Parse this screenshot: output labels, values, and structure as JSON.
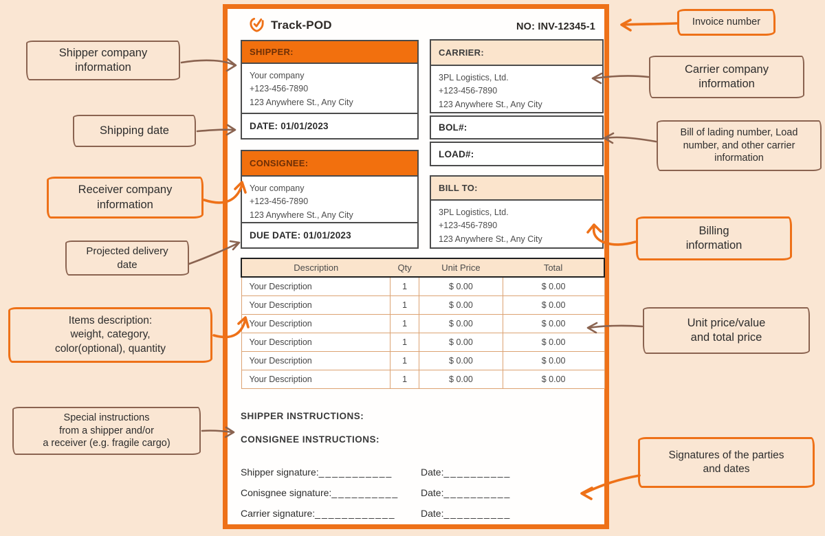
{
  "colors": {
    "background": "#fae6d3",
    "accent_orange": "#ee7118",
    "annotation_brown": "#8a6350",
    "header_orange": "#f2700e",
    "header_peach": "#fbe4cc",
    "table_line": "#dca272",
    "text_dark": "#2d2d2d"
  },
  "document": {
    "logo": {
      "brand": "Track-POD",
      "icon": "shield-check-icon"
    },
    "invoice_no": "NO: INV-12345-1",
    "shipper": {
      "label": "SHIPPER:",
      "info": "Your company\n+123-456-7890\n123 Anywhere St., Any City",
      "date_label": "DATE: 01/01/2023"
    },
    "consignee": {
      "label": "CONSIGNEE:",
      "info": "Your company\n+123-456-7890\n123 Anywhere St., Any City",
      "due_date_label": "DUE DATE: 01/01/2023"
    },
    "carrier": {
      "label": "CARRIER:",
      "info": "3PL Logistics, Ltd.\n+123-456-7890\n123 Anywhere St., Any City",
      "bol_label": "BOL#:",
      "load_label": "LOAD#:"
    },
    "bill_to": {
      "label": "BILL TO:",
      "info": "3PL Logistics, Ltd.\n+123-456-7890\n123 Anywhere St., Any City"
    },
    "table": {
      "headers": [
        "Description",
        "Qty",
        "Unit Price",
        "Total"
      ],
      "rows": [
        {
          "description": "Your Description",
          "qty": "1",
          "unit_price": "$ 0.00",
          "total": "$ 0.00"
        },
        {
          "description": "Your Description",
          "qty": "1",
          "unit_price": "$ 0.00",
          "total": "$ 0.00"
        },
        {
          "description": "Your Description",
          "qty": "1",
          "unit_price": "$ 0.00",
          "total": "$ 0.00"
        },
        {
          "description": "Your Description",
          "qty": "1",
          "unit_price": "$ 0.00",
          "total": "$ 0.00"
        },
        {
          "description": "Your Description",
          "qty": "1",
          "unit_price": "$ 0.00",
          "total": "$ 0.00"
        },
        {
          "description": "Your Description",
          "qty": "1",
          "unit_price": "$ 0.00",
          "total": "$ 0.00"
        }
      ]
    },
    "instructions": {
      "shipper": "SHIPPER INSTRUCTIONS:",
      "consignee": "CONSIGNEE INSTRUCTIONS:"
    },
    "signatures": [
      {
        "label": "Shipper signature:",
        "line": "___________",
        "date_label": "Date:",
        "date_line": "__________"
      },
      {
        "label": "Conisgnee signature:",
        "line": "__________",
        "date_label": "Date:",
        "date_line": "__________"
      },
      {
        "label": "Carrier signature:",
        "line": "____________",
        "date_label": "Date:",
        "date_line": "__________"
      }
    ]
  },
  "annotations": {
    "left": [
      {
        "label": "Shipper company\ninformation"
      },
      {
        "label": "Shipping date"
      },
      {
        "label": "Receiver company\ninformation"
      },
      {
        "label": "Projected delivery\ndate"
      },
      {
        "label": "Items description:\nweight, category,\ncolor(optional), quantity"
      },
      {
        "label": "Special instructions\nfrom a shipper and/or\na receiver (e.g. fragile cargo)"
      }
    ],
    "right": [
      {
        "label": "Invoice number"
      },
      {
        "label": "Carrier company\ninformation"
      },
      {
        "label": "Bill of lading number, Load\nnumber, and other carrier\ninformation"
      },
      {
        "label": "Billing\ninformation"
      },
      {
        "label": "Unit price/value\nand total price"
      },
      {
        "label": "Signatures of the parties\nand dates"
      }
    ]
  }
}
